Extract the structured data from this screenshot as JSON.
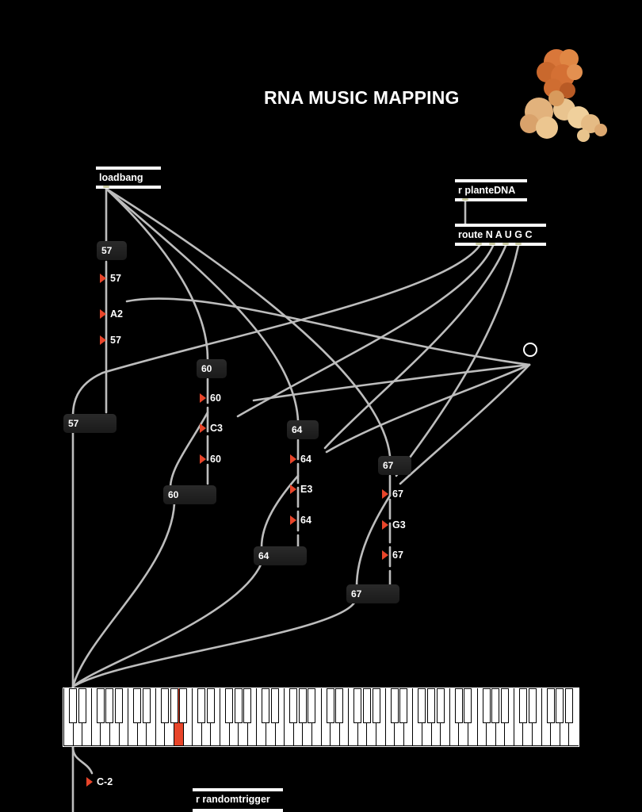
{
  "title": "RNA MUSIC MAPPING",
  "objects": {
    "loadbang": "loadbang",
    "receive_dna": "r planteDNA",
    "route": "route N A U G C",
    "receive_random": "r randomtrigger"
  },
  "voices": [
    {
      "init": "57",
      "msg_value": "57",
      "msg_note": "A2",
      "msg_value2": "57",
      "output": "57"
    },
    {
      "init": "60",
      "msg_value": "60",
      "msg_note": "C3",
      "msg_value2": "60",
      "output": "60"
    },
    {
      "init": "64",
      "msg_value": "64",
      "msg_note": "E3",
      "msg_value2": "64",
      "output": "64"
    },
    {
      "init": "67",
      "msg_value": "67",
      "msg_note": "G3",
      "msg_value2": "67",
      "output": "67"
    }
  ],
  "keyboard_note_label": "C-2",
  "colors": {
    "background": "#000000",
    "wire": "#bdbdbd",
    "accent": "#e8452a",
    "active_key": "#e8452a",
    "protein_orange": "#d9773a",
    "protein_tan": "#e9c48f"
  },
  "keyboard": {
    "active_note": "A (first octave highlight)"
  }
}
